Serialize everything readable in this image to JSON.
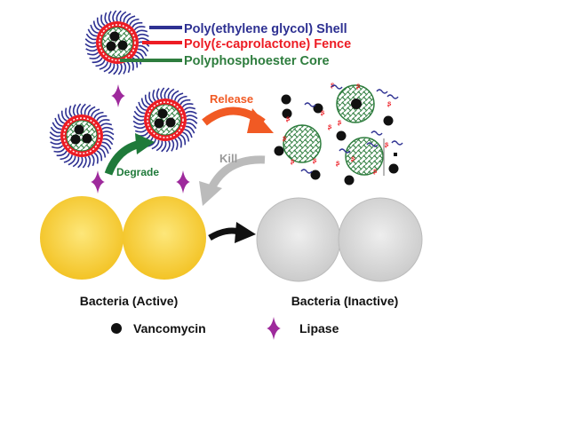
{
  "legend_top": {
    "shell": "Poly(ethylene glycol) Shell",
    "fence": "Poly(ε-caprolactone) Fence",
    "core": "Polyphosphoester Core"
  },
  "steps": {
    "release": "Release",
    "kill": "Kill",
    "degrade": "Degrade"
  },
  "labels": {
    "active": "Bacteria (Active)",
    "inactive": "Bacteria (Inactive)"
  },
  "legend_bottom": {
    "vancomycin": "Vancomycin",
    "lipase": "Lipase"
  },
  "colors": {
    "shell": "#2e3192",
    "fence": "#ed1c24",
    "core": "#2e7d3e",
    "release": "#f15a24",
    "kill": "#aaaaaa",
    "degrade": "#1f7a3a",
    "lipase": "#9e2a9c",
    "bacteria_active": "#f7d23a",
    "bacteria_inactive": "#d8d8d8"
  }
}
